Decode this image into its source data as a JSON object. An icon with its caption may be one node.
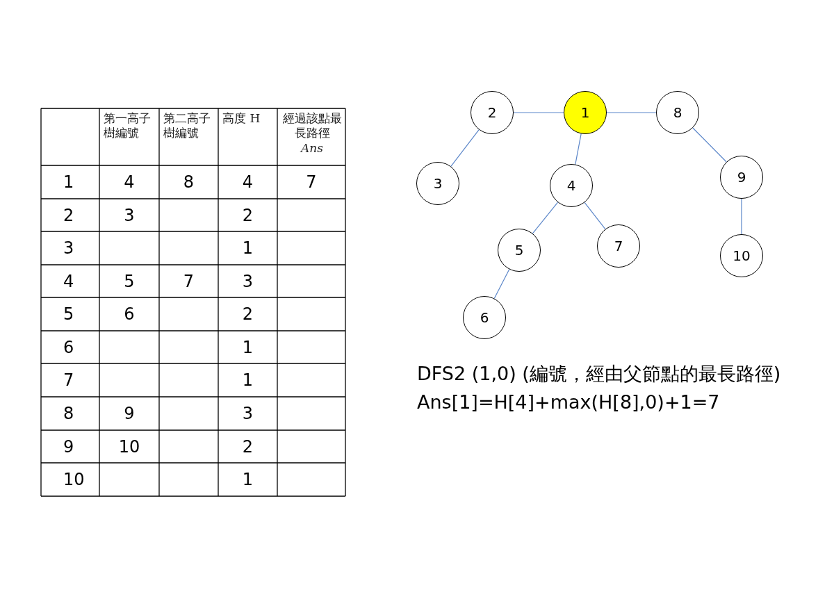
{
  "diagram": {
    "nodes": [
      {
        "text": [
          "2"
        ]
      },
      {
        "text": [
          "1"
        ]
      },
      {
        "text": [
          "8"
        ]
      },
      {
        "text": [
          "9"
        ]
      },
      {
        "text": [
          "3"
        ]
      },
      {
        "text": [
          "4"
        ]
      },
      {
        "text": [
          "7"
        ]
      },
      {
        "text": [
          "5"
        ]
      },
      {
        "text": [
          "10"
        ]
      },
      {
        "text": [
          "6"
        ]
      }
    ],
    "edges": [
      {
        "from": 0,
        "to": 1,
        "arrow": "none"
      },
      {
        "from": 1,
        "to": 2,
        "arrow": "none"
      },
      {
        "from": 0,
        "to": 4,
        "arrow": "none"
      },
      {
        "from": 1,
        "to": 5,
        "arrow": "none"
      },
      {
        "from": 2,
        "to": 3,
        "arrow": "none"
      },
      {
        "from": 5,
        "to": 7,
        "arrow": "none"
      },
      {
        "from": 5,
        "to": 6,
        "arrow": "none"
      },
      {
        "from": 3,
        "to": 8,
        "arrow": "none"
      },
      {
        "from": 7,
        "to": 9,
        "arrow": "none"
      }
    ],
    "labels": [
      "第一高子樹編號",
      "第二高子樹編號",
      "高度 H",
      "經過該點最長路徑 *Ans*",
      "1",
      "4",
      "8",
      "4",
      "7",
      "2",
      "3",
      "2",
      "3",
      "1",
      "4",
      "5",
      "7",
      "3",
      "5",
      "6",
      "2",
      "6",
      "1",
      "7",
      "1",
      "8",
      "9",
      "3",
      "9",
      "10",
      "2",
      "10",
      "1",
      "DFS2 (1,0) (編號，經由父節點的最長路徑)",
      "Ans[1]=H[4]+max(H[8],0)+1=7"
    ]
  }
}
